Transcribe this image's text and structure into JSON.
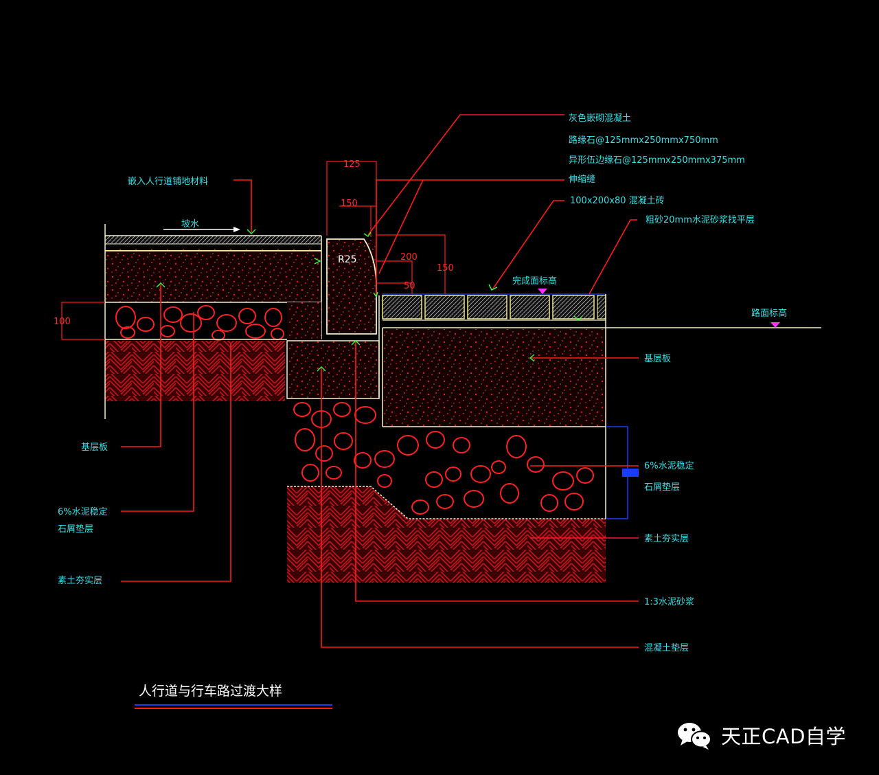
{
  "labels": {
    "top_1": "灰色嵌砌混凝土",
    "top_2": "路缘石@125mmx250mmx750mm",
    "top_3": "异形伍边缘石@125mmx250mmx375mm",
    "top_4": "伸缩缝",
    "top_5": "100x200x80 混凝土砖",
    "top_6": "粗砂20mm水泥砂浆找平层",
    "left_top": "嵌入人行道铺地材料",
    "slope": "坡水",
    "r25": "R25",
    "mid_elev": "完成面标高",
    "road_elev": "路面标高",
    "right_base": "基层板",
    "right_gravel_1": "6%水泥稳定",
    "right_gravel_2": "石屑垫层",
    "right_soil": "素土夯实层",
    "right_mortar": "1:3水泥砂浆",
    "right_bottom": "混凝土垫层",
    "left_base": "基层板",
    "left_gravel_1": "6%水泥稳定",
    "left_gravel_2": "石屑垫层",
    "left_soil": "素土夯实层"
  },
  "dims": {
    "d125": "125",
    "d150": "150",
    "d200": "200",
    "d150b": "150",
    "d50": "50",
    "d100": "100"
  },
  "title": "人行道与行车路过渡大样",
  "watermark": {
    "text": "天正CAD自学",
    "icon": "wechat-icon"
  },
  "colors": {
    "background": "#000000",
    "label": "#35e0e6",
    "leader": "#ff1a1a",
    "outline": "#f4f2c8",
    "hatch": "#c4161c",
    "white": "#ffffff",
    "magenta": "#ff33ff",
    "blue": "#1a3cff"
  }
}
